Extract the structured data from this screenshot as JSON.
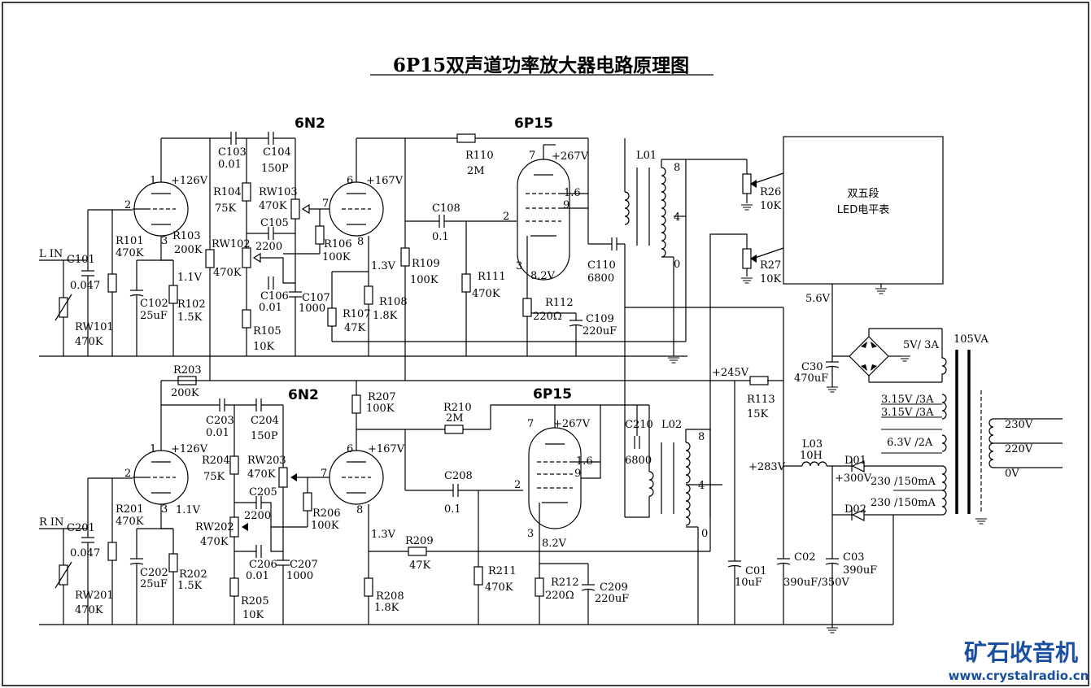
{
  "title": "6P15双声道功率放大器电路原理图",
  "tubes": {
    "n1": "6N2",
    "p1": "6P15",
    "n2": "6N2",
    "p2": "6P15"
  },
  "inputs": {
    "left": "L IN",
    "right": "R IN"
  },
  "voltages": {
    "v126a": "+126V",
    "v167a": "+167V",
    "v267a": "+267V",
    "v126b": "+126V",
    "v167b": "+167V",
    "v267b": "+267V",
    "v11a": "1.1V",
    "v13a": "1.3V",
    "v82a": "8.2V",
    "v11b": "1.1V",
    "v13b": "1.3V",
    "v82b": "8.2V",
    "v245": "+245V",
    "v283": "+283V",
    "v300": "+300V",
    "v56": "5.6V"
  },
  "pins": {
    "a1": "1",
    "a2": "2",
    "a3": "3",
    "a6": "6",
    "a7": "7",
    "a8": "8",
    "a7p": "7",
    "a2p": "2",
    "a3p": "3",
    "a16": "1.6",
    "a9": "9",
    "b1": "1",
    "b2": "2",
    "b3": "3",
    "b6": "6",
    "b7": "7",
    "b8": "8",
    "b7p": "7",
    "b2p": "2",
    "b3p": "3",
    "b16": "1.6",
    "b9": "9"
  },
  "taps": {
    "t8a": "8",
    "t4a": "4",
    "t0a": "0",
    "t8b": "8",
    "t4b": "4",
    "t0b": "0"
  },
  "components": {
    "C101": [
      "C101",
      "0.047"
    ],
    "RW101": [
      "RW101",
      "470K"
    ],
    "R101": [
      "R101",
      "470K"
    ],
    "C102": [
      "C102",
      "25uF"
    ],
    "R102": [
      "R102",
      "1.5K"
    ],
    "R103": [
      "R103",
      "200K"
    ],
    "C103": [
      "C103",
      "0.01"
    ],
    "C104": [
      "C104",
      "150P"
    ],
    "R104": [
      "R104",
      "75K"
    ],
    "RW103": [
      "RW103",
      "470K"
    ],
    "C105": [
      "C105",
      "2200"
    ],
    "RW102": [
      "RW102",
      "470K"
    ],
    "C106": [
      "C106",
      "0.01"
    ],
    "C107": [
      "C107",
      "1000"
    ],
    "R105": [
      "R105",
      "10K"
    ],
    "R106": [
      "R106",
      "100K"
    ],
    "R107": [
      "R107",
      "47K"
    ],
    "R108": [
      "R108",
      "1.8K"
    ],
    "R109": [
      "R109",
      "100K"
    ],
    "C108": [
      "C108",
      "0.1"
    ],
    "R110": [
      "R110",
      "2M"
    ],
    "R111": [
      "R111",
      "470K"
    ],
    "R112": [
      "R112",
      "220Ω"
    ],
    "C109": [
      "C109",
      "220uF"
    ],
    "C110": [
      "C110",
      "6800"
    ],
    "L01": [
      "L01",
      ""
    ],
    "R26": [
      "R26",
      "10K"
    ],
    "R27": [
      "R27",
      "10K"
    ],
    "C201": [
      "C201",
      "0.047"
    ],
    "RW201": [
      "RW201",
      "470K"
    ],
    "R201": [
      "R201",
      "470K"
    ],
    "C202": [
      "C202",
      "25uF"
    ],
    "R202": [
      "R202",
      "1.5K"
    ],
    "R203": [
      "R203",
      "200K"
    ],
    "C203": [
      "C203",
      "0.01"
    ],
    "C204": [
      "C204",
      "150P"
    ],
    "R204": [
      "R204",
      "75K"
    ],
    "RW203": [
      "RW203",
      "470K"
    ],
    "C205": [
      "C205",
      "2200"
    ],
    "RW202": [
      "RW202",
      "470K"
    ],
    "C206": [
      "C206",
      "0.01"
    ],
    "C207": [
      "C207",
      "1000"
    ],
    "R205": [
      "R205",
      "10K"
    ],
    "R206": [
      "R206",
      "100K"
    ],
    "R207": [
      "R207",
      "100K"
    ],
    "R208": [
      "R208",
      "1.8K"
    ],
    "R209": [
      "R209",
      "47K"
    ],
    "C208": [
      "C208",
      "0.1"
    ],
    "R210": [
      "R210",
      "2M"
    ],
    "R211": [
      "R211",
      "470K"
    ],
    "R212": [
      "R212",
      "220Ω"
    ],
    "C209": [
      "C209",
      "220uF"
    ],
    "C210": [
      "C210",
      "6800"
    ],
    "L02": [
      "L02",
      ""
    ],
    "R113": [
      "R113",
      "15K"
    ],
    "L03": [
      "L03",
      "10H"
    ],
    "D01": [
      "D01",
      ""
    ],
    "D02": [
      "D02",
      ""
    ],
    "C01": [
      "C01",
      "10uF"
    ],
    "C02": [
      "C02",
      "390uF/350V"
    ],
    "C03": [
      "C03",
      "390uF"
    ],
    "C30": [
      "C30",
      "470uF"
    ]
  },
  "meter": {
    "line1": "双五段",
    "line2": "LED电平表"
  },
  "transformer": {
    "rating": "105VA",
    "s1": "5V/ 3A",
    "s2": "3.15V /3A",
    "s3": "3.15V /3A",
    "s4": "6.3V /2A",
    "s5": "230 /150mA",
    "s6": "230 /150mA",
    "p1": "230V",
    "p2": "220V",
    "p3": "0V"
  },
  "watermark": {
    "brand": "矿石收音机",
    "url": "www.crystalradio.cn"
  }
}
